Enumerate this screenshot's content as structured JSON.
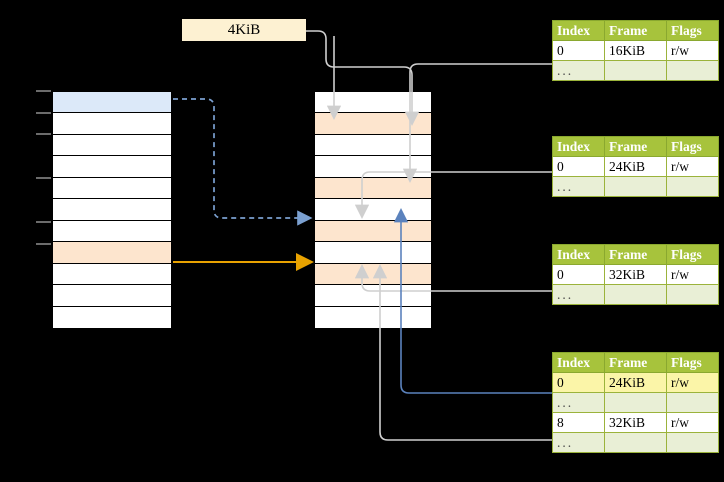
{
  "diagram": {
    "title_label": "4KiB",
    "page_size_label": "4KiB",
    "colors": {
      "header_green": "#a7c33c",
      "dots_row_green": "#e9efd6",
      "highlight_yellow": "#fbf5a8",
      "blue_block": "#dce9f9",
      "peach_block": "#fde5ce",
      "orange_arrow": "#e8a200",
      "blue_arrow": "#5b82bd",
      "grey_wire": "#cccccc",
      "label_bg": "#fdf1d2"
    }
  },
  "virtual_column": {
    "name": "virtual-address-space-column",
    "rows": [
      {
        "fill": "blue"
      },
      {
        "fill": "white"
      },
      {
        "fill": "white"
      },
      {
        "fill": "white"
      },
      {
        "fill": "white"
      },
      {
        "fill": "white"
      },
      {
        "fill": "white"
      },
      {
        "fill": "peach"
      },
      {
        "fill": "white"
      },
      {
        "fill": "white"
      },
      {
        "fill": "white"
      }
    ]
  },
  "physical_column": {
    "name": "physical-memory-column",
    "rows": [
      {
        "fill": "white"
      },
      {
        "fill": "peach"
      },
      {
        "fill": "white"
      },
      {
        "fill": "white"
      },
      {
        "fill": "peach"
      },
      {
        "fill": "white"
      },
      {
        "fill": "peach"
      },
      {
        "fill": "white"
      },
      {
        "fill": "peach"
      },
      {
        "fill": "white"
      },
      {
        "fill": "white"
      }
    ]
  },
  "page_tables": [
    {
      "name": "page-table-level-1",
      "headers": [
        "Index",
        "Frame",
        "Flags"
      ],
      "rows": [
        {
          "cells": [
            "0",
            "16KiB",
            "r/w"
          ],
          "type": "entry",
          "highlight": false
        },
        {
          "cells": [
            "...",
            "",
            ""
          ],
          "type": "dots",
          "highlight": false
        }
      ]
    },
    {
      "name": "page-table-level-2",
      "headers": [
        "Index",
        "Frame",
        "Flags"
      ],
      "rows": [
        {
          "cells": [
            "0",
            "24KiB",
            "r/w"
          ],
          "type": "entry",
          "highlight": false
        },
        {
          "cells": [
            "...",
            "",
            ""
          ],
          "type": "dots",
          "highlight": false
        }
      ]
    },
    {
      "name": "page-table-level-3",
      "headers": [
        "Index",
        "Frame",
        "Flags"
      ],
      "rows": [
        {
          "cells": [
            "0",
            "32KiB",
            "r/w"
          ],
          "type": "entry",
          "highlight": false
        },
        {
          "cells": [
            "...",
            "",
            ""
          ],
          "type": "dots",
          "highlight": false
        }
      ]
    },
    {
      "name": "page-table-level-4",
      "headers": [
        "Index",
        "Frame",
        "Flags"
      ],
      "rows": [
        {
          "cells": [
            "0",
            "24KiB",
            "r/w"
          ],
          "type": "entry",
          "highlight": true
        },
        {
          "cells": [
            "...",
            "",
            ""
          ],
          "type": "dots",
          "highlight": false
        },
        {
          "cells": [
            "8",
            "32KiB",
            "r/w"
          ],
          "type": "entry",
          "highlight": false
        },
        {
          "cells": [
            "...",
            "",
            ""
          ],
          "type": "dots",
          "highlight": false
        }
      ]
    }
  ]
}
